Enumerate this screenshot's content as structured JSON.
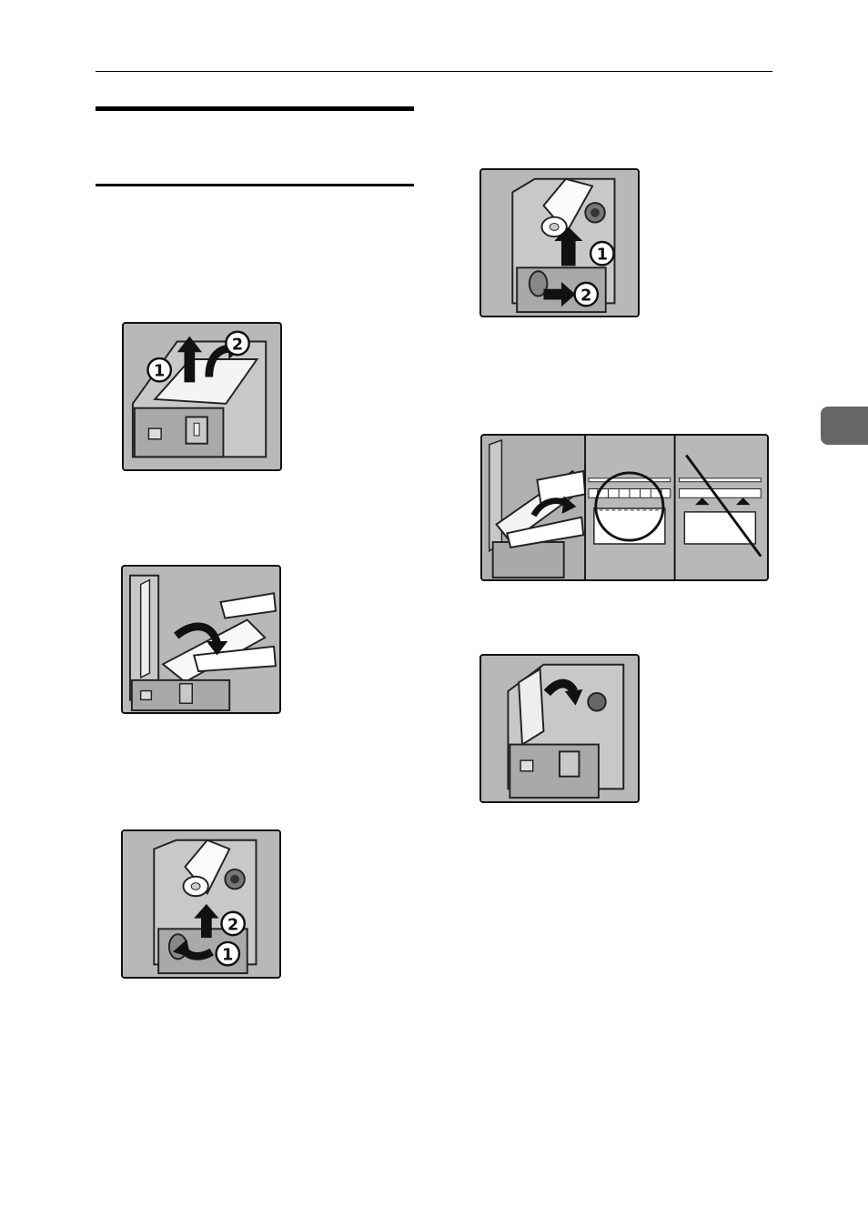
{
  "page": {
    "section_tab_color": "#666666",
    "figure_background": "#b8b8b8"
  },
  "figures": {
    "fig1": {
      "step_numbers": [
        "1",
        "2"
      ],
      "icons": [
        "arrow-up-icon",
        "curved-arrow-icon"
      ]
    },
    "fig2": {
      "icons": [
        "curved-arrow-icon",
        "hand-icon"
      ]
    },
    "fig3": {
      "step_numbers": [
        "2",
        "1"
      ],
      "icons": [
        "arrow-up-icon",
        "curved-arrow-icon"
      ]
    },
    "fig4": {
      "step_numbers": [
        "1",
        "2"
      ],
      "icons": [
        "arrow-up-icon",
        "arrow-right-icon"
      ]
    },
    "fig5": {
      "icons": [
        "hand-icon",
        "magnifier-circle-icon",
        "prohibited-slash-icon"
      ]
    },
    "fig6": {
      "icons": [
        "curved-arrow-icon"
      ]
    }
  }
}
